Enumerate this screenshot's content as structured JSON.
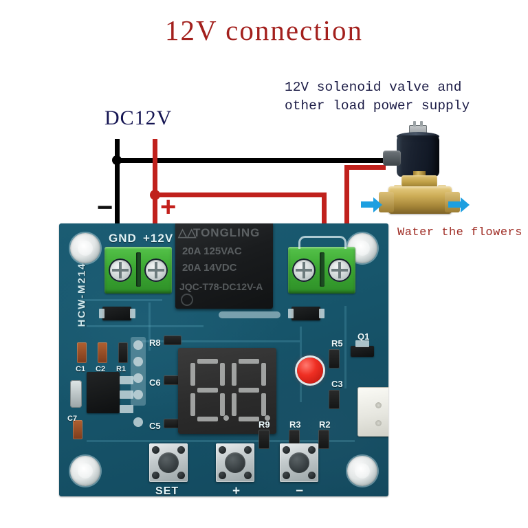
{
  "title": "12V connection",
  "annotations": {
    "load_note": "12V solenoid valve and\nother load power supply",
    "supply_label": "DC12V",
    "water_note": "Water the flowers",
    "minus_sign": "−",
    "plus_sign": "+"
  },
  "colors": {
    "title_red": "#a3201d",
    "note_navy": "#1c1c46",
    "wire_red": "#c0211c",
    "wire_black": "#000000",
    "pcb_teal": "#17566c",
    "terminal_green": "#3ca832",
    "flow_arrow_blue": "#1d9fe0",
    "led_red": "#ef2f23"
  },
  "board": {
    "code": "HCW-M214",
    "input_terminal": {
      "labels": [
        "GND",
        "+12V"
      ],
      "screw_count": 2
    },
    "output_terminal": {
      "screw_count": 2
    },
    "relay": {
      "brand": "TONGLING",
      "line1": "20A        125VAC",
      "line2": "20A        14VDC",
      "part": "JQC-T78-DC12V-A"
    },
    "display": {
      "digits": 2,
      "value": "",
      "state": "off"
    },
    "buttons": [
      {
        "label": "SET",
        "name": "set-button"
      },
      {
        "label": "+",
        "name": "plus-button"
      },
      {
        "label": "−",
        "name": "minus-button"
      }
    ],
    "components": [
      "C1",
      "C2",
      "R1",
      "C7",
      "R8",
      "C6",
      "C5",
      "R5",
      "Q1",
      "C3",
      "R9",
      "R3",
      "R2"
    ],
    "indicator": "power-led",
    "connector": "white-2pin-header",
    "mounting_holes": 4
  },
  "valve": {
    "type": "solenoid-valve",
    "flow_arrows": 2
  }
}
